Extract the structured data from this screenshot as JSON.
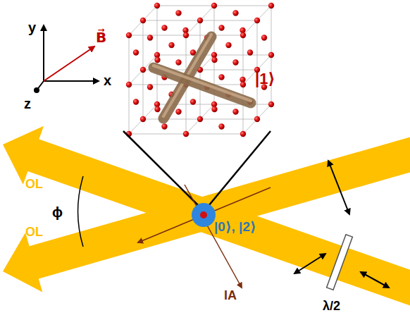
{
  "diagram": {
    "labels": [
      "y",
      "x",
      "z",
      "B⃗",
      "|1⟩",
      "OL",
      "OL",
      "ϕ",
      "|0⟩, |2⟩",
      "IA",
      "λ/2"
    ]
  }
}
